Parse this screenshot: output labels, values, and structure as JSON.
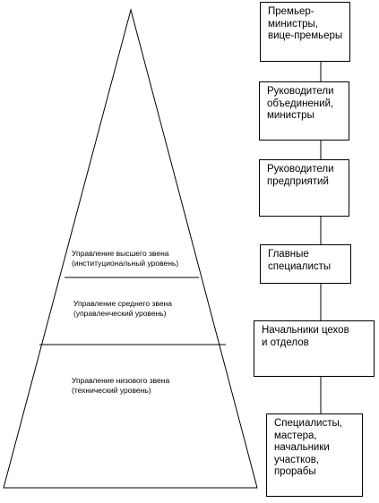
{
  "pyramid": {
    "levels": [
      {
        "line1": "Управление высшего звена",
        "line2": "(институциональный уровень)"
      },
      {
        "line1": "Управление среднего звена",
        "line2": "(управленческий уровень)"
      },
      {
        "line1": "Управление низового звена",
        "line2": "(технический уровень)"
      }
    ]
  },
  "hierarchy": {
    "positions": [
      {
        "lines": [
          "Премьер-",
          "министры,",
          "вице-премьеры"
        ]
      },
      {
        "lines": [
          "Руководители",
          "объединений,",
          "министры"
        ]
      },
      {
        "lines": [
          "Руководители",
          "предприятий"
        ]
      },
      {
        "lines": [
          "Главные",
          "специалисты"
        ]
      },
      {
        "lines": [
          "Начальники цехов",
          "и отделов"
        ]
      },
      {
        "lines": [
          "Специалисты,",
          "мастера,",
          "начальники",
          "участков,",
          "прорабы"
        ]
      }
    ]
  }
}
